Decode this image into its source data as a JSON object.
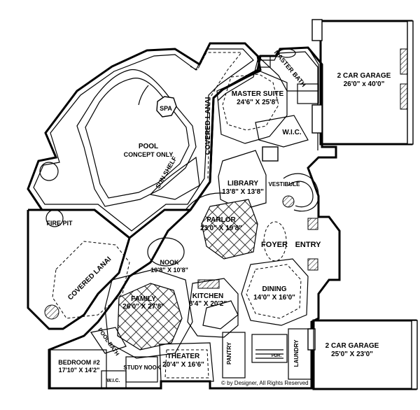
{
  "rooms": {
    "master_bath": {
      "name": "MASTER BATH"
    },
    "garage_top": {
      "name": "2 CAR GARAGE",
      "size": "26'0\" x 40'0\""
    },
    "master_suite": {
      "name": "MASTER SUITE",
      "size": "24'6\" X 25'8\""
    },
    "spa": {
      "name": "SPA"
    },
    "covered_lanai_top": {
      "name": "COVERED LANAI"
    },
    "wic_top": {
      "name": "W.I.C."
    },
    "pool": {
      "name": "POOL",
      "note": "CONCEPT ONLY"
    },
    "sun_shelf": {
      "name": "SUN SHELF"
    },
    "library": {
      "name": "LIBRARY",
      "size": "13'8\" X 13'8\""
    },
    "vestibule": {
      "name": "VESTIBULE"
    },
    "fire_pit": {
      "name": "FIRE PIT"
    },
    "parlor": {
      "name": "PARLOR",
      "size": "23'0\" X 19'8\""
    },
    "foyer": {
      "name": "FOYER"
    },
    "entry": {
      "name": "ENTRY"
    },
    "nook": {
      "name": "NOOK",
      "size": "10'8\" X 10'8\""
    },
    "covered_lanai_left": {
      "name": "COVERED LANAI"
    },
    "dining": {
      "name": "DINING",
      "size": "14'0\" X 16'0\""
    },
    "family": {
      "name": "FAMILY",
      "size": "26'0\" X 27'8\""
    },
    "kitchen": {
      "name": "KITCHEN",
      "size": "8'4\" X 20'2\""
    },
    "garage_bottom": {
      "name": "2 CAR GARAGE",
      "size": "25'0\" X 23'0\""
    },
    "pool_bath": {
      "name": "POOL BATH"
    },
    "bedroom2": {
      "name": "BEDROOM #2",
      "size": "17'10\" X 14'2\""
    },
    "theater": {
      "name": "THEATER",
      "size": "20'4\" X 16'6\""
    },
    "pantry": {
      "name": "PANTRY"
    },
    "laundry": {
      "name": "LAUNDRY"
    },
    "powder": {
      "name": "PDR."
    },
    "study_nook": {
      "name": "STUDY NOOK"
    },
    "wic_bottom": {
      "name": "W.I.C."
    }
  },
  "copyright": "© by Designer, All Rights Reserved"
}
